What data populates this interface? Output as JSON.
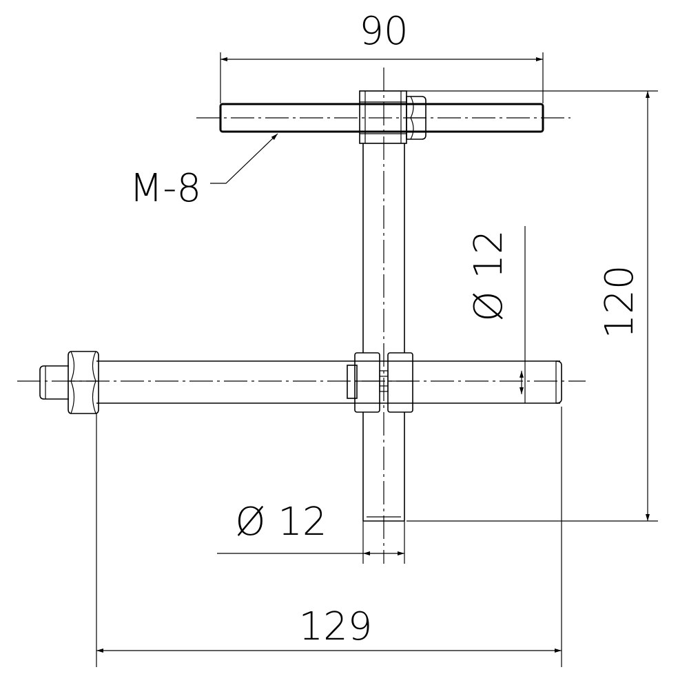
{
  "drawing": {
    "dimensions": {
      "top_width": "90",
      "overall_height": "120",
      "overall_width": "129",
      "bar_diameter": "Ø 12",
      "stem_diameter": "Ø 12"
    },
    "callouts": {
      "thread": "M-8"
    }
  }
}
